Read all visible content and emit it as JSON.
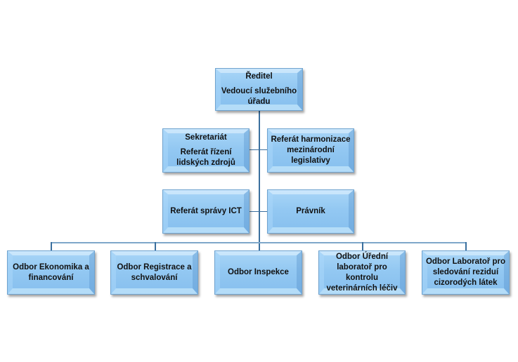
{
  "diagram": {
    "type": "org-chart",
    "top": {
      "line1": "Ředitel",
      "line2": "Vedoucí služebního",
      "line3": "úřadu"
    },
    "staff_row1": {
      "left": {
        "line1": "Sekretariát",
        "line2": "Referát řízení",
        "line3": "lidských zdrojů"
      },
      "right": {
        "line1": "Referát harmonizace",
        "line2": "mezinárodní",
        "line3": "legislativy"
      }
    },
    "staff_row2": {
      "left": {
        "line1": "Referát správy ICT"
      },
      "right": {
        "line1": "Právník"
      }
    },
    "departments": [
      {
        "line1": "Odbor Ekonomika a",
        "line2": "financování"
      },
      {
        "line1": "Odbor Registrace a",
        "line2": "schvalování"
      },
      {
        "line1": "Odbor Inspekce"
      },
      {
        "line1": "Odbor Úřední",
        "line2": "laboratoř pro",
        "line3": "kontrolu",
        "line4": "veterinárních léčiv"
      },
      {
        "line1": "Odbor Laboratoř pro",
        "line2": "sledování reziduí",
        "line3": "cizorodých látek"
      }
    ],
    "colors": {
      "box_fill": "#93c8f2",
      "connector": "#3a6f9e"
    }
  }
}
